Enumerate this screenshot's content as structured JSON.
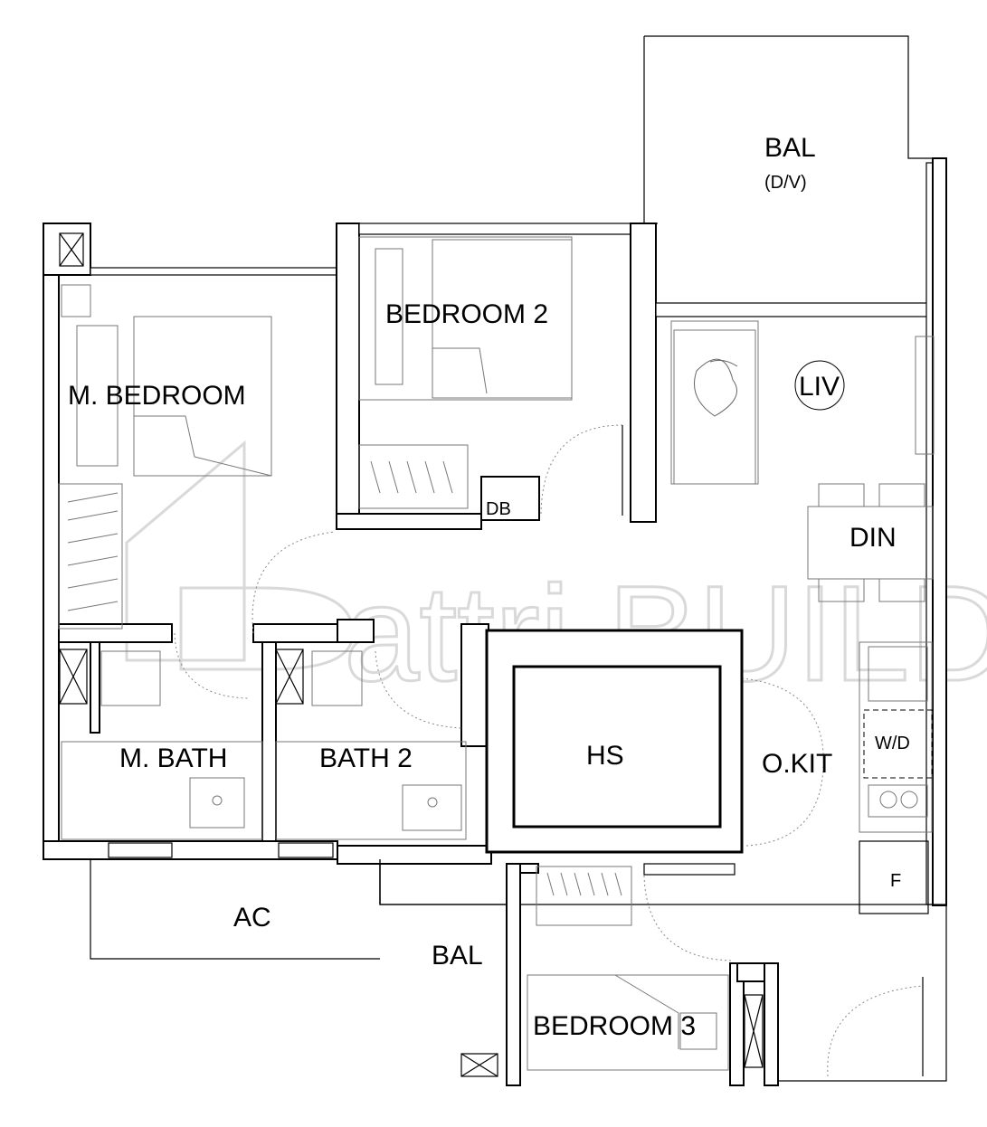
{
  "rooms": {
    "master_bedroom": "M. BEDROOM",
    "bedroom_2": "BEDROOM 2",
    "bedroom_3": "BEDROOM 3",
    "balcony_top": "BAL",
    "balcony_top_note": "(D/V)",
    "living": "LIV",
    "dining": "DIN",
    "distribution_board": "DB",
    "master_bath": "M. BATH",
    "bath_2": "BATH 2",
    "household_shelter": "HS",
    "open_kitchen": "O.KIT",
    "washer_dryer": "W/D",
    "fridge": "F",
    "aircon_ledge": "AC",
    "balcony_bottom": "BAL"
  },
  "watermark": {
    "text": "attri.BUILD",
    "color": "#d9d9d9"
  },
  "colors": {
    "line": "#000000",
    "background": "#ffffff"
  }
}
